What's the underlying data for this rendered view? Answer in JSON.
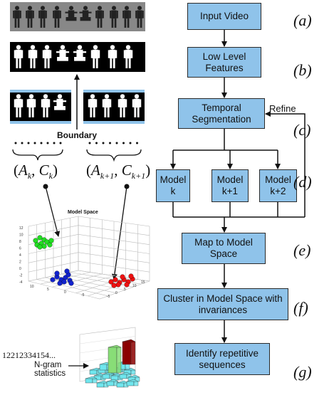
{
  "flow": {
    "input_video": "Input Video",
    "low_level": "Low Level Features",
    "temporal": "Temporal Segmentation",
    "model_k": "Model k",
    "model_k1": "Model k+1",
    "model_k2": "Model k+2",
    "map": "Map to Model Space",
    "cluster": "Cluster in Model Space with invariances",
    "identify": "Identify repetitive sequences",
    "refine": "Refine"
  },
  "step_labels": {
    "a": "(a)",
    "b": "(b)",
    "c": "(c)",
    "d": "(d)",
    "e": "(e)",
    "f": "(f)",
    "g": "(g)"
  },
  "left": {
    "boundary": "Boundary",
    "left_pair_A": "A",
    "left_pair_A_sub": "k",
    "left_pair_C": "C",
    "left_pair_C_sub": "k",
    "right_pair_A": "A",
    "right_pair_A_sub": "k+1",
    "right_pair_C": "C",
    "right_pair_C_sub": "k+1",
    "model_space_title": "Model Space",
    "sequence": "12212334154...",
    "ngram": "N-gram statistics"
  },
  "colors": {
    "box_fill": "#8fc3ea",
    "cluster_green": "#22dd22",
    "cluster_blue": "#1122cc",
    "cluster_red": "#ee1111",
    "hist_cyan": "#6fe6ee",
    "hist_green": "#88dd77",
    "hist_red": "#8b0000"
  }
}
